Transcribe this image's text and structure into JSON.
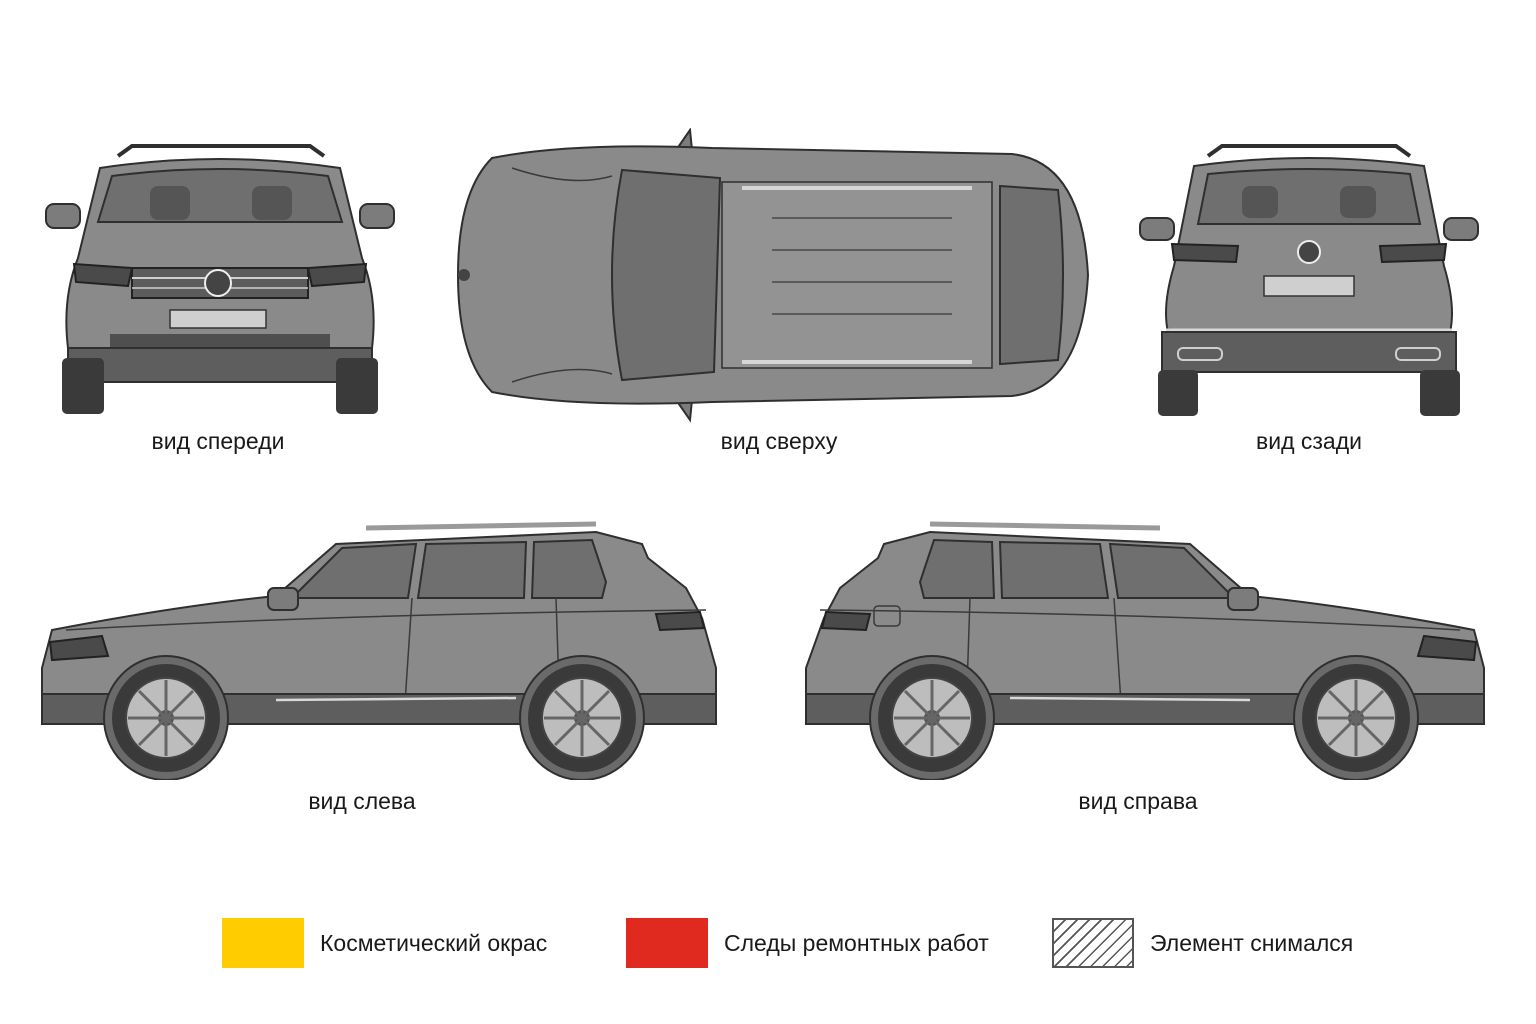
{
  "views": {
    "front": "вид спереди",
    "top": "вид сверху",
    "rear": "вид сзади",
    "left": "вид слева",
    "right": "вид справа"
  },
  "legend": [
    {
      "label": "Косметический окрас",
      "color": "#FFCC00",
      "pattern": "solid"
    },
    {
      "label": "Следы ремонтных работ",
      "color": "#E02A20",
      "pattern": "solid"
    },
    {
      "label": "Элемент снимался",
      "color": "#ffffff",
      "pattern": "hatched"
    }
  ],
  "colors": {
    "body": "#8a8a8a",
    "body_dark": "#5e5e5e",
    "glass": "#6f6f6f",
    "tire": "#3a3a3a",
    "outline": "#2f2f2f",
    "rim": "#bdbdbd"
  }
}
